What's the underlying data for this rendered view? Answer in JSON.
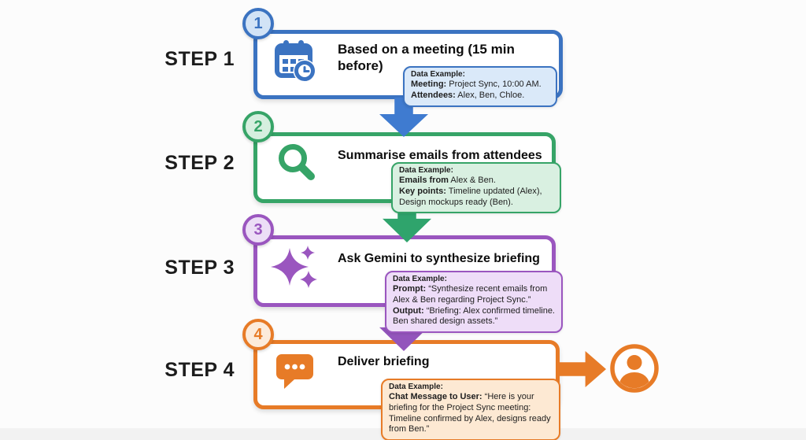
{
  "diagram": {
    "background": "#fcfcfc",
    "steps": [
      {
        "label": "STEP 1",
        "number": "1",
        "title": "Based on a meeting (15 min before)",
        "icon": "calendar-clock-icon",
        "accent": "#3b73c1",
        "fill_light": "#d2e3f6",
        "callout_fill": "#dae9f9",
        "data_example": {
          "heading": "Data Example:",
          "lines": [
            {
              "bold": "Meeting:",
              "text": " Project Sync, 10:00 AM."
            },
            {
              "bold": "Attendees:",
              "text": " Alex, Ben, Chloe."
            }
          ]
        }
      },
      {
        "label": "STEP 2",
        "number": "2",
        "title": "Summarise emails from attendees",
        "icon": "magnifier-icon",
        "accent": "#36a467",
        "fill_light": "#d6efdf",
        "callout_fill": "#d9f0e1",
        "data_example": {
          "heading": "Data Example:",
          "lines": [
            {
              "bold": "Emails from",
              "text": " Alex & Ben."
            },
            {
              "bold": "Key points:",
              "text": " Timeline updated (Alex), Design mockups ready (Ben)."
            }
          ]
        }
      },
      {
        "label": "STEP 3",
        "number": "3",
        "title": "Ask Gemini to synthesize briefing",
        "icon": "sparkles-icon",
        "accent": "#9a56bf",
        "fill_light": "#ecdef6",
        "callout_fill": "#eeddf8",
        "data_example": {
          "heading": "Data Example:",
          "lines": [
            {
              "bold": "Prompt:",
              "text": " “Synthesize recent emails from Alex & Ben regarding Project Sync.”"
            },
            {
              "bold": "Output:",
              "text": " “Briefing: Alex confirmed timeline. Ben shared design assets.”"
            }
          ]
        }
      },
      {
        "label": "STEP 4",
        "number": "4",
        "title": "Deliver briefing",
        "icon": "chat-bubble-icon",
        "accent": "#e77b27",
        "fill_light": "#fcebdb",
        "callout_fill": "#fde9d3",
        "data_example": {
          "heading": "Data Example:",
          "lines": [
            {
              "bold": "Chat Message to User:",
              "text": " “Here is your briefing for the Project Sync meeting: Timeline confirmed by Alex, designs ready from Ben.”"
            }
          ]
        }
      }
    ],
    "flow": {
      "down_arrow_colors": [
        "#3f7bd0",
        "#2fa46c",
        "#9355bc"
      ],
      "end_arrow_color": "#e77b27",
      "end_icon_color": "#e77b27"
    }
  }
}
